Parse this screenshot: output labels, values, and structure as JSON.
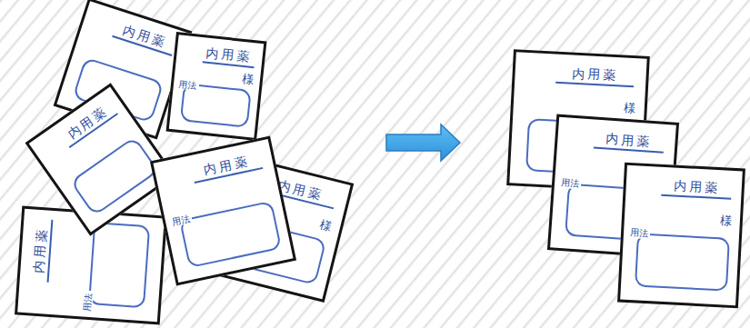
{
  "diagram": {
    "nodes": [
      {
        "text": [
          "内用薬"
        ]
      },
      {
        "text": [
          "内用薬",
          "用法",
          "様"
        ]
      },
      {
        "text": [
          "内用薬"
        ]
      },
      {
        "text": [
          "内用薬",
          "用法"
        ]
      },
      {
        "text": [
          "内用薬",
          "様"
        ]
      },
      {
        "text": [
          "内用薬",
          "用法"
        ]
      },
      {
        "text": [
          "内用薬",
          "様"
        ]
      },
      {
        "text": [
          "内用薬",
          "用法"
        ]
      },
      {
        "text": [
          "内用薬",
          "用法",
          "様"
        ]
      }
    ]
  }
}
